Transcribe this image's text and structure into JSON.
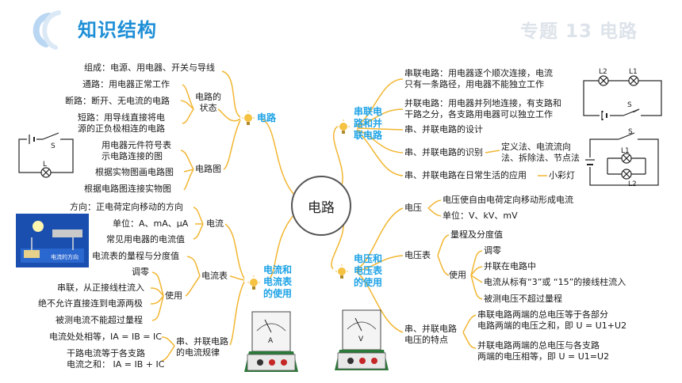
{
  "header": {
    "title": "知识结构",
    "topic": "专题 13 电路"
  },
  "center": "电路",
  "hubs": {
    "circuit": "电路",
    "series_parallel": [
      "串联电",
      "路和并",
      "联电路"
    ],
    "current": [
      "电流和",
      "电流表",
      "的使用"
    ],
    "voltage": [
      "电压和",
      "电压表",
      "的使用"
    ]
  },
  "circuit_branch": {
    "composition": "组成：电源、用电器、开关与导线",
    "states_label": [
      "电路的",
      "状态"
    ],
    "closed": "通路：用电器正常工作",
    "open": "断路：断开、无电流的电路",
    "short": [
      "短路：用导线直接将电",
      "源的正负极相连的电路"
    ],
    "diagram_label": "电路图",
    "symbols": [
      "用电器元件符号表",
      "示电路连接的图"
    ],
    "draw_from_object": "根据实物图画电路图",
    "connect_from_diagram": "根据电路图连接实物图"
  },
  "current_branch": {
    "current_label": "电流",
    "direction": "方向：正电荷定向移动的方向",
    "units": "单位：A、mA、μA",
    "common": "常见用电器的电流值",
    "ammeter_label": "电流表",
    "range": "电流表的量程与分度值",
    "use_label": "使用",
    "zero": "调零",
    "series_in": "串联，从正接线柱流入",
    "no_direct": "绝不允许直接连到电源两极",
    "no_exceed": "被测电流不能超过量程",
    "law_label": [
      "串、并联电路",
      "的电流规律"
    ],
    "series_law": "电流处处相等，IA = IB = IC",
    "parallel_law": [
      "干路电流等于各支路",
      "电流之和：  IA = IB + IC"
    ]
  },
  "series_parallel_branch": {
    "series": [
      "串联电路：用电器逐个顺次连接，电流",
      "只有一条路径，用电器不能独立工作"
    ],
    "parallel": [
      "并联电路：用电器并列地连接，有支路和",
      "干路之分，各支路用电器可以独立工作"
    ],
    "design": "串、并联电路的设计",
    "identify": "串、并联电路的识别",
    "methods": [
      "定义法、电流流向",
      "法、拆除法、节点法"
    ],
    "application": "串、并联电路在日常生活的应用",
    "lantern": "小彩灯"
  },
  "voltage_branch": {
    "voltage_label": "电压",
    "cause": "电压使自由电荷定向移动形成电流",
    "units": "单位：V、kV、mV",
    "voltmeter_label": "电压表",
    "range": "量程及分度值",
    "use_label": "使用",
    "zero": "调零",
    "parallel_in": "并联在电路中",
    "terminals": "电流从标有“3”或  “15”的接线柱流入",
    "no_exceed": "被测电压不超过量程",
    "law_label": [
      "串、并联电路",
      "电压的特点"
    ],
    "series_law": [
      "串联电路两端的总电压等于各部分",
      "电路两端的电压之和，即 U = U1+U2"
    ],
    "parallel_law": [
      "并联电路两端的总电压与各支路",
      "两端的电压相等，即 U = U1=U2"
    ]
  },
  "figures": {
    "series_circuit_labels": [
      "L2",
      "L1",
      "S"
    ],
    "parallel_circuit_labels": [
      "S",
      "L1",
      "L2"
    ],
    "simple_circuit_labels": [
      "S",
      "L"
    ],
    "current_photo_caption": "电流的方向",
    "ammeter_letter": "A",
    "voltmeter_letter": "V"
  },
  "colors": {
    "accent_blue": "#1ea3e6",
    "title_blue": "#1e8fd6",
    "branch_line": "#f2b632",
    "bulb_icon": "#f5c242"
  }
}
